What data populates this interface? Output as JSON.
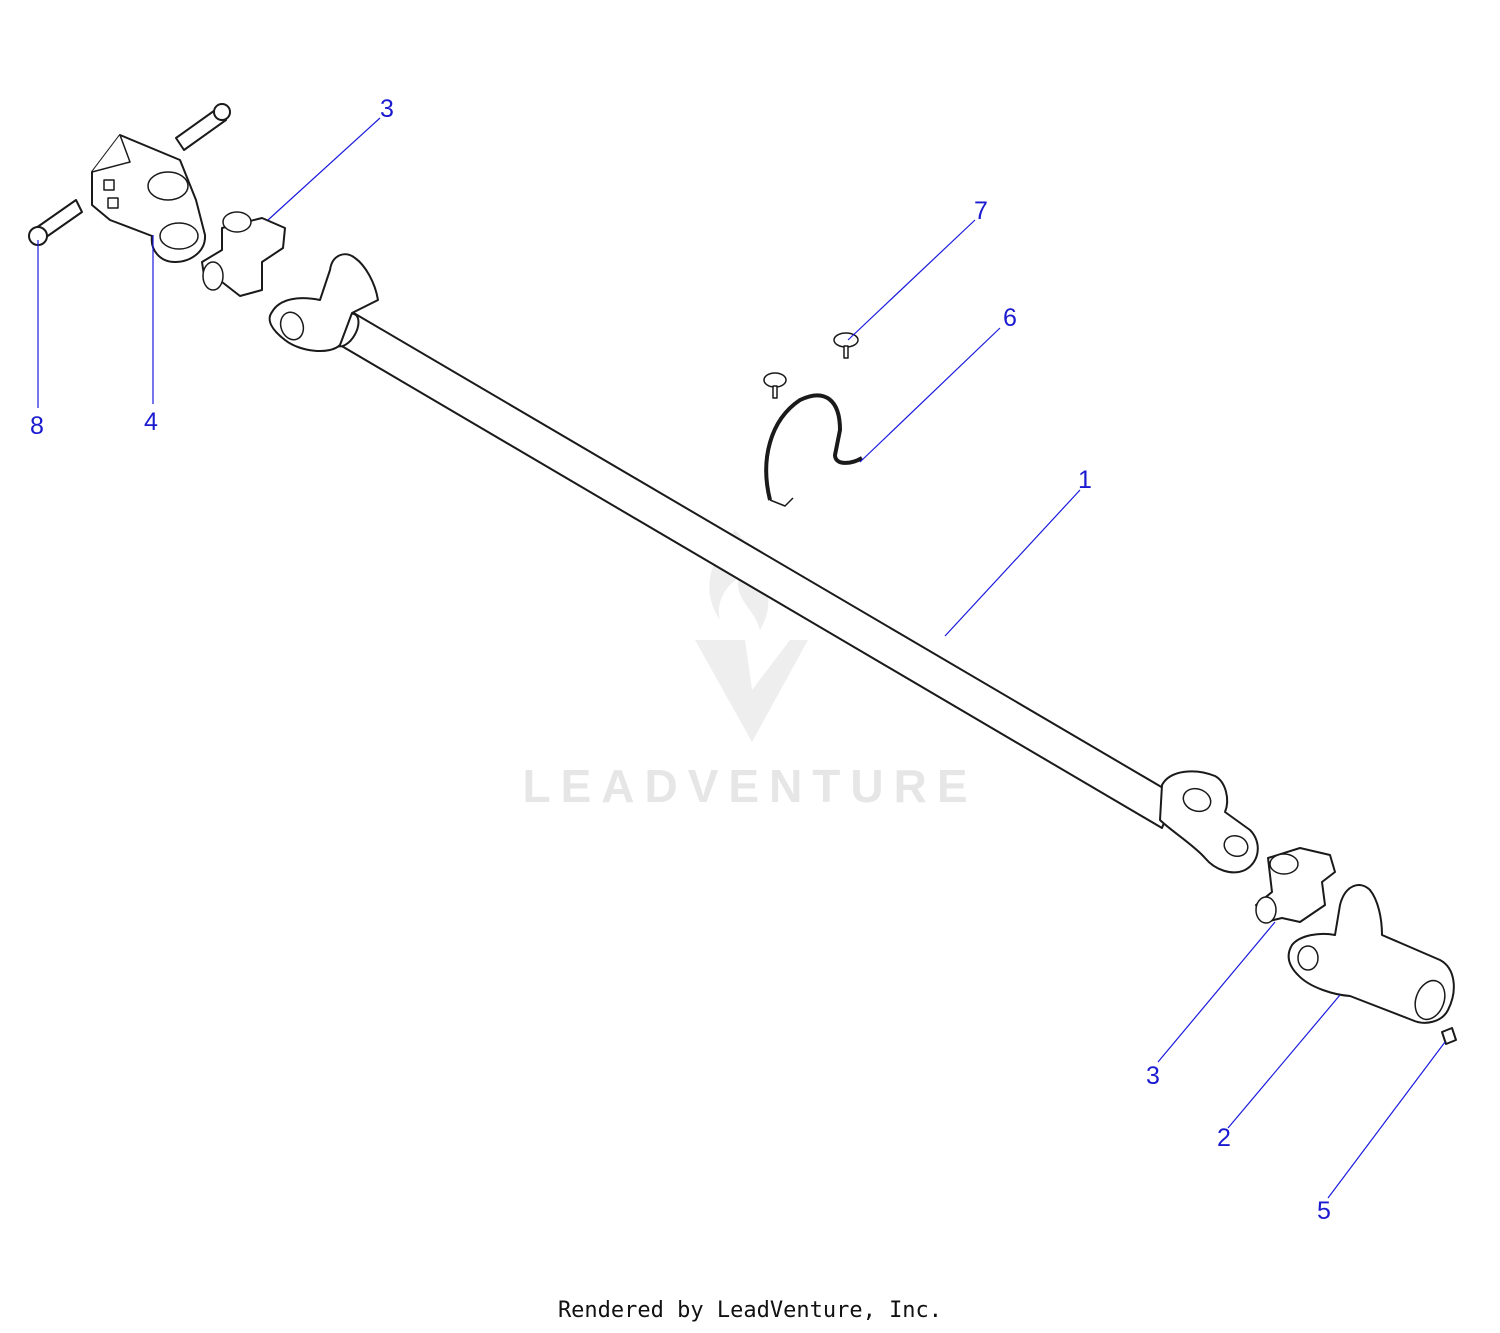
{
  "watermark": {
    "text": "LEADVENTURE"
  },
  "callouts": [
    {
      "id": "c1",
      "label": "1"
    },
    {
      "id": "c2",
      "label": "2"
    },
    {
      "id": "c3a",
      "label": "3"
    },
    {
      "id": "c3b",
      "label": "3"
    },
    {
      "id": "c4",
      "label": "4"
    },
    {
      "id": "c5",
      "label": "5"
    },
    {
      "id": "c6",
      "label": "6"
    },
    {
      "id": "c7",
      "label": "7"
    },
    {
      "id": "c8",
      "label": "8"
    }
  ],
  "footer": {
    "credit": "Rendered by LeadVenture, Inc."
  },
  "colors": {
    "callout": "#1a1ad0",
    "leader": "#1a1adf",
    "line": "#1a1a1a",
    "watermark": "#e6e6e6"
  }
}
